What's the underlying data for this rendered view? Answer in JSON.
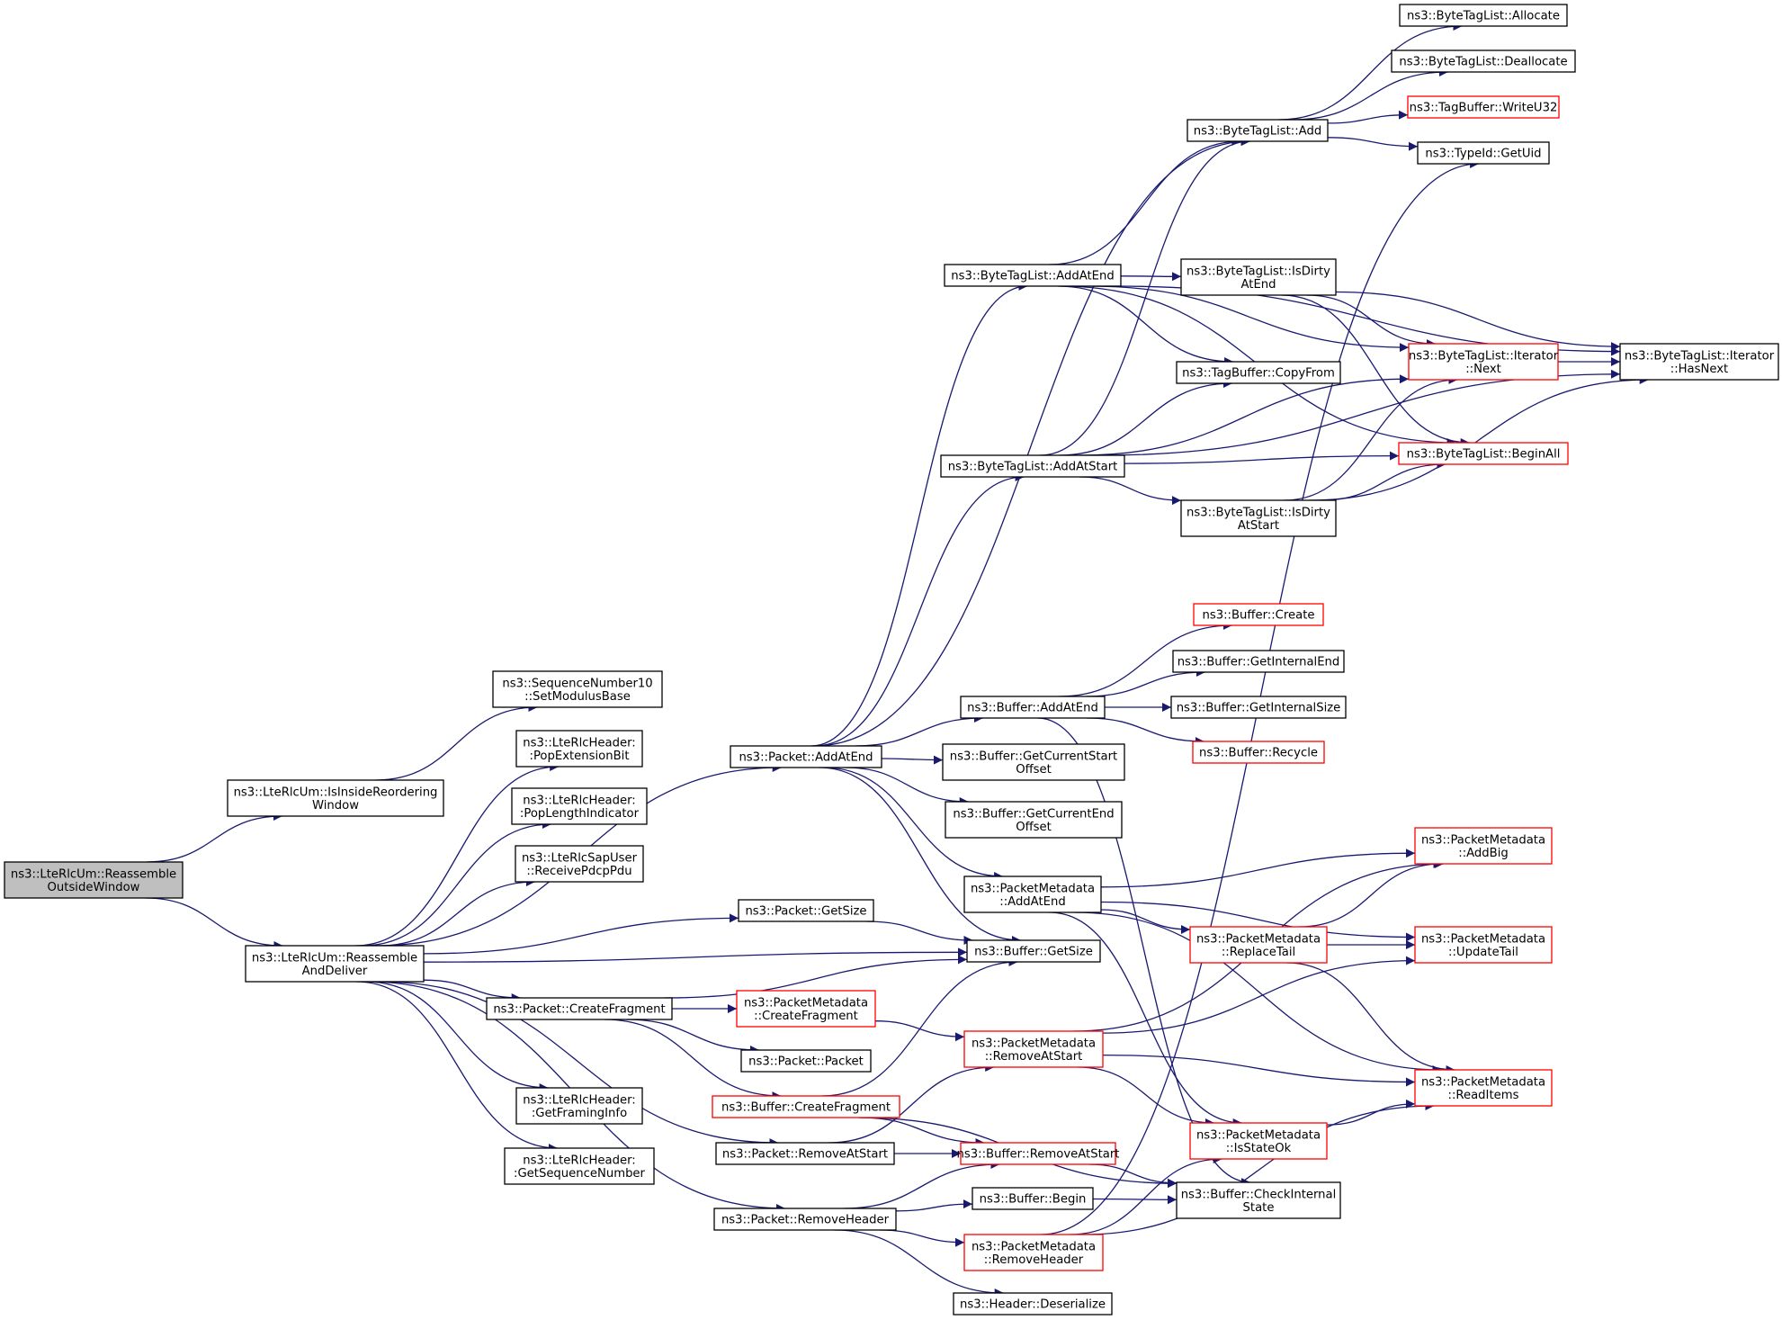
{
  "graph": {
    "nodes": [
      {
        "id": "root",
        "lines": [
          "ns3::LteRlcUm::Reassemble",
          "OutsideWindow"
        ],
        "style": "root"
      },
      {
        "id": "isinside",
        "lines": [
          "ns3::LteRlcUm::IsInsideReordering",
          "Window"
        ],
        "style": "normal"
      },
      {
        "id": "reassemble",
        "lines": [
          "ns3::LteRlcUm::Reassemble",
          "AndDeliver"
        ],
        "style": "normal"
      },
      {
        "id": "seqnum",
        "lines": [
          "ns3::SequenceNumber10",
          "::SetModulusBase"
        ],
        "style": "normal"
      },
      {
        "id": "popext",
        "lines": [
          "ns3::LteRlcHeader:",
          ":PopExtensionBit"
        ],
        "style": "normal"
      },
      {
        "id": "poplen",
        "lines": [
          "ns3::LteRlcHeader:",
          ":PopLengthIndicator"
        ],
        "style": "normal"
      },
      {
        "id": "recvpdcp",
        "lines": [
          "ns3::LteRlcSapUser",
          "::ReceivePdcpPdu"
        ],
        "style": "normal"
      },
      {
        "id": "getframing",
        "lines": [
          "ns3::LteRlcHeader:",
          ":GetFramingInfo"
        ],
        "style": "normal"
      },
      {
        "id": "getseq",
        "lines": [
          "ns3::LteRlcHeader:",
          ":GetSequenceNumber"
        ],
        "style": "normal"
      },
      {
        "id": "pkt_addatend",
        "lines": [
          "ns3::Packet::AddAtEnd"
        ],
        "style": "normal"
      },
      {
        "id": "pkt_getsize",
        "lines": [
          "ns3::Packet::GetSize"
        ],
        "style": "normal"
      },
      {
        "id": "pkt_createfrag",
        "lines": [
          "ns3::Packet::CreateFragment"
        ],
        "style": "normal"
      },
      {
        "id": "pkt_removeatstart",
        "lines": [
          "ns3::Packet::RemoveAtStart"
        ],
        "style": "normal"
      },
      {
        "id": "pkt_removeheader",
        "lines": [
          "ns3::Packet::RemoveHeader"
        ],
        "style": "normal"
      },
      {
        "id": "btl_addatend",
        "lines": [
          "ns3::ByteTagList::AddAtEnd"
        ],
        "style": "normal"
      },
      {
        "id": "btl_addatstart",
        "lines": [
          "ns3::ByteTagList::AddAtStart"
        ],
        "style": "normal"
      },
      {
        "id": "buf_addatend",
        "lines": [
          "ns3::Buffer::AddAtEnd"
        ],
        "style": "normal"
      },
      {
        "id": "buf_curstart",
        "lines": [
          "ns3::Buffer::GetCurrentStart",
          "Offset"
        ],
        "style": "normal"
      },
      {
        "id": "buf_curend",
        "lines": [
          "ns3::Buffer::GetCurrentEnd",
          "Offset"
        ],
        "style": "normal"
      },
      {
        "id": "pm_addatend",
        "lines": [
          "ns3::PacketMetadata",
          "::AddAtEnd"
        ],
        "style": "normal"
      },
      {
        "id": "buf_getsize",
        "lines": [
          "ns3::Buffer::GetSize"
        ],
        "style": "normal"
      },
      {
        "id": "pm_createfrag",
        "lines": [
          "ns3::PacketMetadata",
          "::CreateFragment"
        ],
        "style": "red"
      },
      {
        "id": "pkt_packet",
        "lines": [
          "ns3::Packet::Packet"
        ],
        "style": "normal"
      },
      {
        "id": "buf_createfrag",
        "lines": [
          "ns3::Buffer::CreateFragment"
        ],
        "style": "red"
      },
      {
        "id": "pm_removeatstart",
        "lines": [
          "ns3::PacketMetadata",
          "::RemoveAtStart"
        ],
        "style": "red"
      },
      {
        "id": "buf_removeatstart",
        "lines": [
          "ns3::Buffer::RemoveAtStart"
        ],
        "style": "red"
      },
      {
        "id": "buf_begin",
        "lines": [
          "ns3::Buffer::Begin"
        ],
        "style": "normal"
      },
      {
        "id": "pm_removeheader",
        "lines": [
          "ns3::PacketMetadata",
          "::RemoveHeader"
        ],
        "style": "red"
      },
      {
        "id": "hdr_deser",
        "lines": [
          "ns3::Header::Deserialize"
        ],
        "style": "normal"
      },
      {
        "id": "btl_add",
        "lines": [
          "ns3::ByteTagList::Add"
        ],
        "style": "normal"
      },
      {
        "id": "btl_isdirtyend",
        "lines": [
          "ns3::ByteTagList::IsDirty",
          "AtEnd"
        ],
        "style": "normal"
      },
      {
        "id": "tb_copyfrom",
        "lines": [
          "ns3::TagBuffer::CopyFrom"
        ],
        "style": "normal"
      },
      {
        "id": "btl_isdirtystart",
        "lines": [
          "ns3::ByteTagList::IsDirty",
          "AtStart"
        ],
        "style": "normal"
      },
      {
        "id": "buf_create",
        "lines": [
          "ns3::Buffer::Create"
        ],
        "style": "red"
      },
      {
        "id": "buf_getintend",
        "lines": [
          "ns3::Buffer::GetInternalEnd"
        ],
        "style": "normal"
      },
      {
        "id": "buf_getintsize",
        "lines": [
          "ns3::Buffer::GetInternalSize"
        ],
        "style": "normal"
      },
      {
        "id": "buf_recycle",
        "lines": [
          "ns3::Buffer::Recycle"
        ],
        "style": "red"
      },
      {
        "id": "pm_replacetail",
        "lines": [
          "ns3::PacketMetadata",
          "::ReplaceTail"
        ],
        "style": "red"
      },
      {
        "id": "pm_isstateok",
        "lines": [
          "ns3::PacketMetadata",
          "::IsStateOk"
        ],
        "style": "red"
      },
      {
        "id": "buf_checkint",
        "lines": [
          "ns3::Buffer::CheckInternal",
          "State"
        ],
        "style": "normal"
      },
      {
        "id": "btl_allocate",
        "lines": [
          "ns3::ByteTagList::Allocate"
        ],
        "style": "normal"
      },
      {
        "id": "btl_deallocate",
        "lines": [
          "ns3::ByteTagList::Deallocate"
        ],
        "style": "normal"
      },
      {
        "id": "tb_writeu32",
        "lines": [
          "ns3::TagBuffer::WriteU32"
        ],
        "style": "red"
      },
      {
        "id": "typeid_getuid",
        "lines": [
          "ns3::TypeId::GetUid"
        ],
        "style": "normal"
      },
      {
        "id": "btl_iter_next",
        "lines": [
          "ns3::ByteTagList::Iterator",
          "::Next"
        ],
        "style": "red"
      },
      {
        "id": "btl_beginall",
        "lines": [
          "ns3::ByteTagList::BeginAll"
        ],
        "style": "red"
      },
      {
        "id": "btl_iter_hasnext",
        "lines": [
          "ns3::ByteTagList::Iterator",
          "::HasNext"
        ],
        "style": "normal"
      },
      {
        "id": "pm_addbig",
        "lines": [
          "ns3::PacketMetadata",
          "::AddBig"
        ],
        "style": "red"
      },
      {
        "id": "pm_updatetail",
        "lines": [
          "ns3::PacketMetadata",
          "::UpdateTail"
        ],
        "style": "red"
      },
      {
        "id": "pm_readitems",
        "lines": [
          "ns3::PacketMetadata",
          "::ReadItems"
        ],
        "style": "red"
      }
    ],
    "edges": [
      [
        "root",
        "isinside"
      ],
      [
        "root",
        "reassemble"
      ],
      [
        "isinside",
        "seqnum"
      ],
      [
        "reassemble",
        "popext"
      ],
      [
        "reassemble",
        "poplen"
      ],
      [
        "reassemble",
        "recvpdcp"
      ],
      [
        "reassemble",
        "getframing"
      ],
      [
        "reassemble",
        "getseq"
      ],
      [
        "reassemble",
        "pkt_addatend"
      ],
      [
        "reassemble",
        "pkt_getsize"
      ],
      [
        "reassemble",
        "pkt_createfrag"
      ],
      [
        "reassemble",
        "pkt_removeatstart"
      ],
      [
        "reassemble",
        "pkt_removeheader"
      ],
      [
        "reassemble",
        "buf_getsize"
      ],
      [
        "pkt_addatend",
        "btl_add"
      ],
      [
        "pkt_addatend",
        "btl_addatend"
      ],
      [
        "pkt_addatend",
        "btl_addatstart"
      ],
      [
        "pkt_addatend",
        "buf_addatend"
      ],
      [
        "pkt_addatend",
        "buf_curstart"
      ],
      [
        "pkt_addatend",
        "buf_curend"
      ],
      [
        "pkt_addatend",
        "pm_addatend"
      ],
      [
        "pkt_addatend",
        "buf_getsize"
      ],
      [
        "pkt_getsize",
        "buf_getsize"
      ],
      [
        "pkt_createfrag",
        "buf_getsize"
      ],
      [
        "pkt_createfrag",
        "pm_createfrag"
      ],
      [
        "pkt_createfrag",
        "pkt_packet"
      ],
      [
        "pkt_createfrag",
        "buf_createfrag"
      ],
      [
        "pkt_removeatstart",
        "buf_removeatstart"
      ],
      [
        "pkt_removeatstart",
        "pm_removeatstart"
      ],
      [
        "pkt_removeheader",
        "buf_removeatstart"
      ],
      [
        "pkt_removeheader",
        "buf_begin"
      ],
      [
        "pkt_removeheader",
        "pm_removeheader"
      ],
      [
        "pkt_removeheader",
        "hdr_deser"
      ],
      [
        "btl_addatend",
        "btl_add"
      ],
      [
        "btl_addatend",
        "btl_isdirtyend"
      ],
      [
        "btl_addatend",
        "tb_copyfrom"
      ],
      [
        "btl_addatend",
        "btl_iter_next"
      ],
      [
        "btl_addatend",
        "btl_beginall"
      ],
      [
        "btl_addatend",
        "btl_iter_hasnext"
      ],
      [
        "btl_addatstart",
        "btl_add"
      ],
      [
        "btl_addatstart",
        "tb_copyfrom"
      ],
      [
        "btl_addatstart",
        "btl_iter_next"
      ],
      [
        "btl_addatstart",
        "btl_beginall"
      ],
      [
        "btl_addatstart",
        "btl_isdirtystart"
      ],
      [
        "btl_addatstart",
        "btl_iter_hasnext"
      ],
      [
        "btl_add",
        "btl_allocate"
      ],
      [
        "btl_add",
        "btl_deallocate"
      ],
      [
        "btl_add",
        "tb_writeu32"
      ],
      [
        "btl_add",
        "typeid_getuid"
      ],
      [
        "btl_isdirtyend",
        "btl_iter_next"
      ],
      [
        "btl_isdirtyend",
        "btl_beginall"
      ],
      [
        "btl_isdirtyend",
        "btl_iter_hasnext"
      ],
      [
        "btl_isdirtystart",
        "btl_iter_next"
      ],
      [
        "btl_isdirtystart",
        "btl_beginall"
      ],
      [
        "btl_isdirtystart",
        "btl_iter_hasnext"
      ],
      [
        "btl_iter_next",
        "btl_iter_hasnext"
      ],
      [
        "buf_addatend",
        "buf_create"
      ],
      [
        "buf_addatend",
        "buf_getintend"
      ],
      [
        "buf_addatend",
        "buf_getintsize"
      ],
      [
        "buf_addatend",
        "buf_recycle"
      ],
      [
        "buf_addatend",
        "buf_checkint"
      ],
      [
        "pm_addatend",
        "pm_addbig"
      ],
      [
        "pm_addatend",
        "pm_replacetail"
      ],
      [
        "pm_addatend",
        "pm_updatetail"
      ],
      [
        "pm_addatend",
        "pm_readitems"
      ],
      [
        "pm_addatend",
        "pm_isstateok"
      ],
      [
        "pm_createfrag",
        "pm_removeatstart"
      ],
      [
        "buf_createfrag",
        "buf_getsize"
      ],
      [
        "buf_createfrag",
        "buf_removeatstart"
      ],
      [
        "buf_createfrag",
        "buf_checkint"
      ],
      [
        "pm_removeatstart",
        "pm_addbig"
      ],
      [
        "pm_removeatstart",
        "pm_updatetail"
      ],
      [
        "pm_removeatstart",
        "pm_readitems"
      ],
      [
        "pm_removeatstart",
        "pm_isstateok"
      ],
      [
        "buf_removeatstart",
        "buf_checkint"
      ],
      [
        "buf_begin",
        "buf_checkint"
      ],
      [
        "pm_removeheader",
        "pm_isstateok"
      ],
      [
        "pm_removeheader",
        "pm_readitems"
      ],
      [
        "pm_removeheader",
        "typeid_getuid"
      ],
      [
        "pm_replacetail",
        "pm_addbig"
      ],
      [
        "pm_replacetail",
        "pm_updatetail"
      ],
      [
        "pm_replacetail",
        "pm_readitems"
      ],
      [
        "pm_isstateok",
        "pm_readitems"
      ]
    ]
  },
  "colors": {
    "edge": "#191970",
    "node_border": "#000000",
    "node_border_partial": "#ff0000",
    "root_fill": "#bfbfbf"
  }
}
